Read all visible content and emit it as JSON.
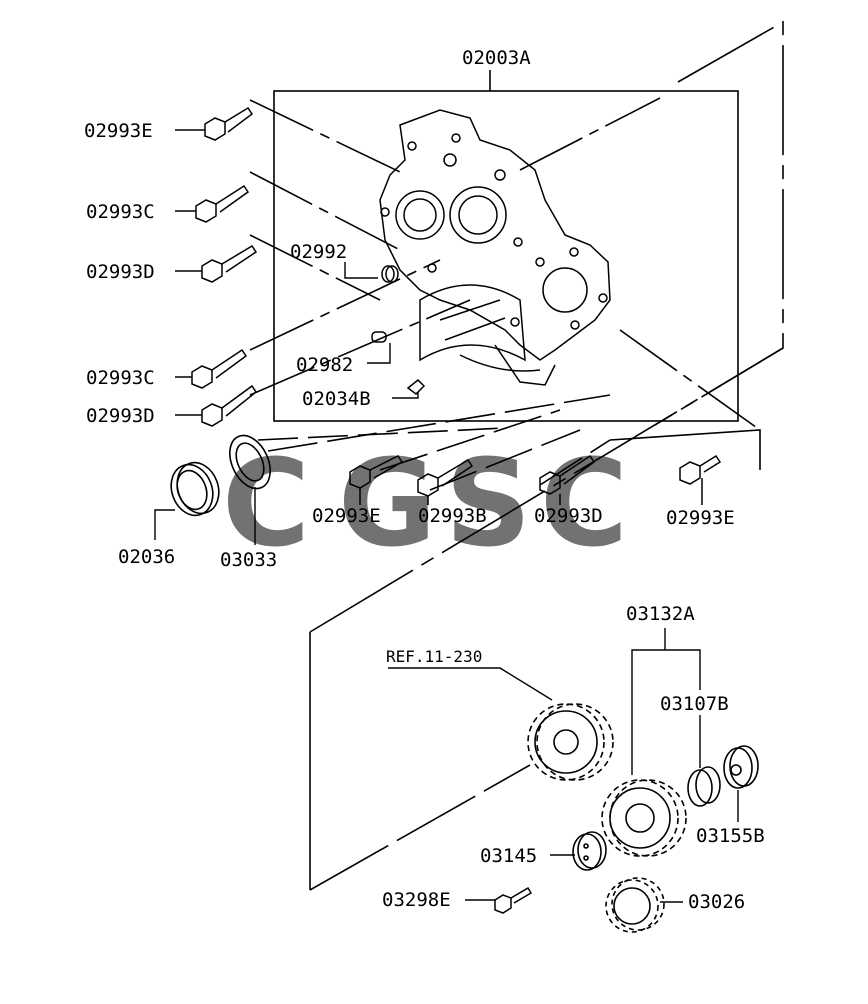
{
  "diagram": {
    "labels": {
      "crankcase": "02003A",
      "bolt_e_top": "02993E",
      "bolt_c_1": "02993C",
      "bolt_d_1": "02993D",
      "plug": "02992",
      "bolt_c_2": "02993C",
      "pin": "02982",
      "bolt_d_2": "02993D",
      "pin_b": "02034B",
      "seal": "02036",
      "gasket": "03033",
      "bolt_e_mid": "02993E",
      "bolt_b": "02993B",
      "bolt_d_3": "02993D",
      "bolt_e_right": "02993E",
      "gear_set": "03132A",
      "ref": "REF.11-230",
      "bushing": "03107B",
      "washer": "03155B",
      "plate": "03145",
      "bolt_bottom": "03298E",
      "gear_small": "03026"
    },
    "watermark": {
      "letters": [
        "C",
        "G",
        "S",
        "C"
      ],
      "colors": [
        "#5b9cf2",
        "#f07468",
        "#f5cf4a",
        "#4caf84"
      ]
    }
  }
}
